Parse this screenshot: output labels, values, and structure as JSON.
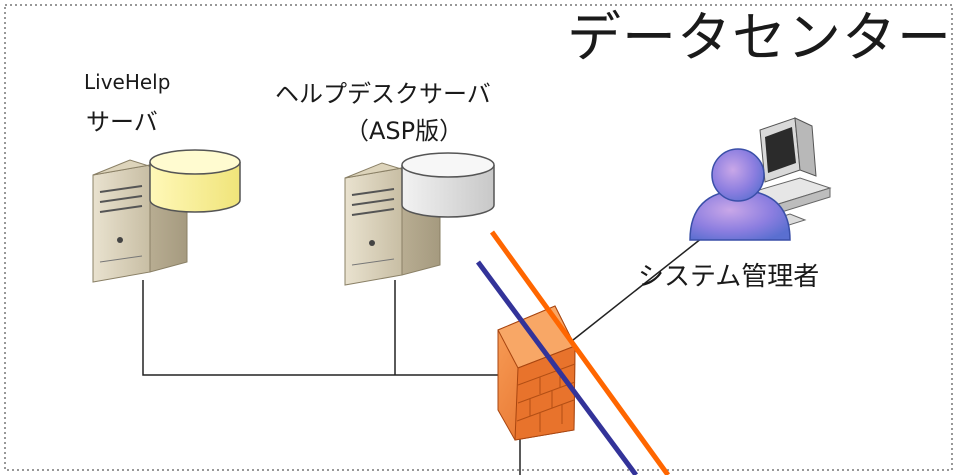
{
  "title": "データセンター",
  "livehelp_server": {
    "line1": "LiveHelp",
    "line2": "サーバ"
  },
  "helpdesk_server": {
    "line1": "ヘルプデスクサーバ",
    "line2": "（ASP版）"
  },
  "admin": {
    "label": "システム管理者"
  },
  "colors": {
    "border": "#777777",
    "connector": "#222222",
    "orange_line": "#ff6600",
    "blue_line": "#333399",
    "firewall": "#f07a2a",
    "db_yellow": "#fbf39a",
    "db_gray": "#d9d9d9",
    "person": "#6b8fe0"
  },
  "icons": [
    "server-icon",
    "database-icon",
    "firewall-icon",
    "person-icon",
    "computer-icon"
  ]
}
